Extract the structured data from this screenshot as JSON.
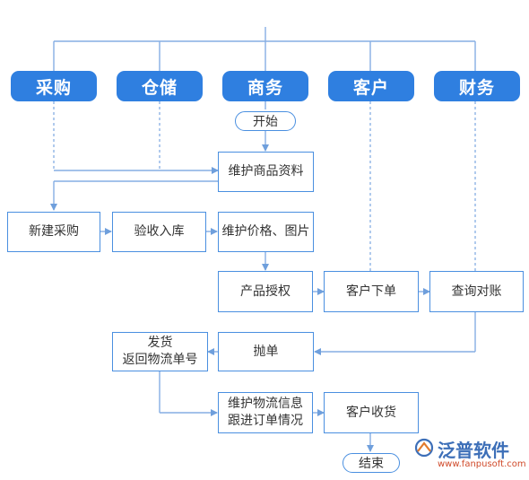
{
  "lanes": {
    "procurement": "采购",
    "warehouse": "仓储",
    "business": "商务",
    "customer": "客户",
    "finance": "财务"
  },
  "nodes": {
    "start": "开始",
    "maintain_product": "维护商品资料",
    "new_purchase": "新建采购",
    "receive_stock": "验收入库",
    "maintain_price": "维护价格、图片",
    "product_auth": "产品授权",
    "customer_order": "客户下单",
    "check_account": "查询对账",
    "dispatch_order": "抛单",
    "ship_line1": "发货",
    "ship_line2": "返回物流单号",
    "logistics_line1": "维护物流信息",
    "logistics_line2": "跟进订单情况",
    "customer_receive": "客户收货",
    "end": "结束"
  },
  "logo": {
    "name": "泛普软件",
    "url": "www.fanpusoft.com"
  },
  "colors": {
    "lane_fill": "#2f7fe0",
    "box_border": "#4a8fe0",
    "line": "#7aa7e0"
  }
}
